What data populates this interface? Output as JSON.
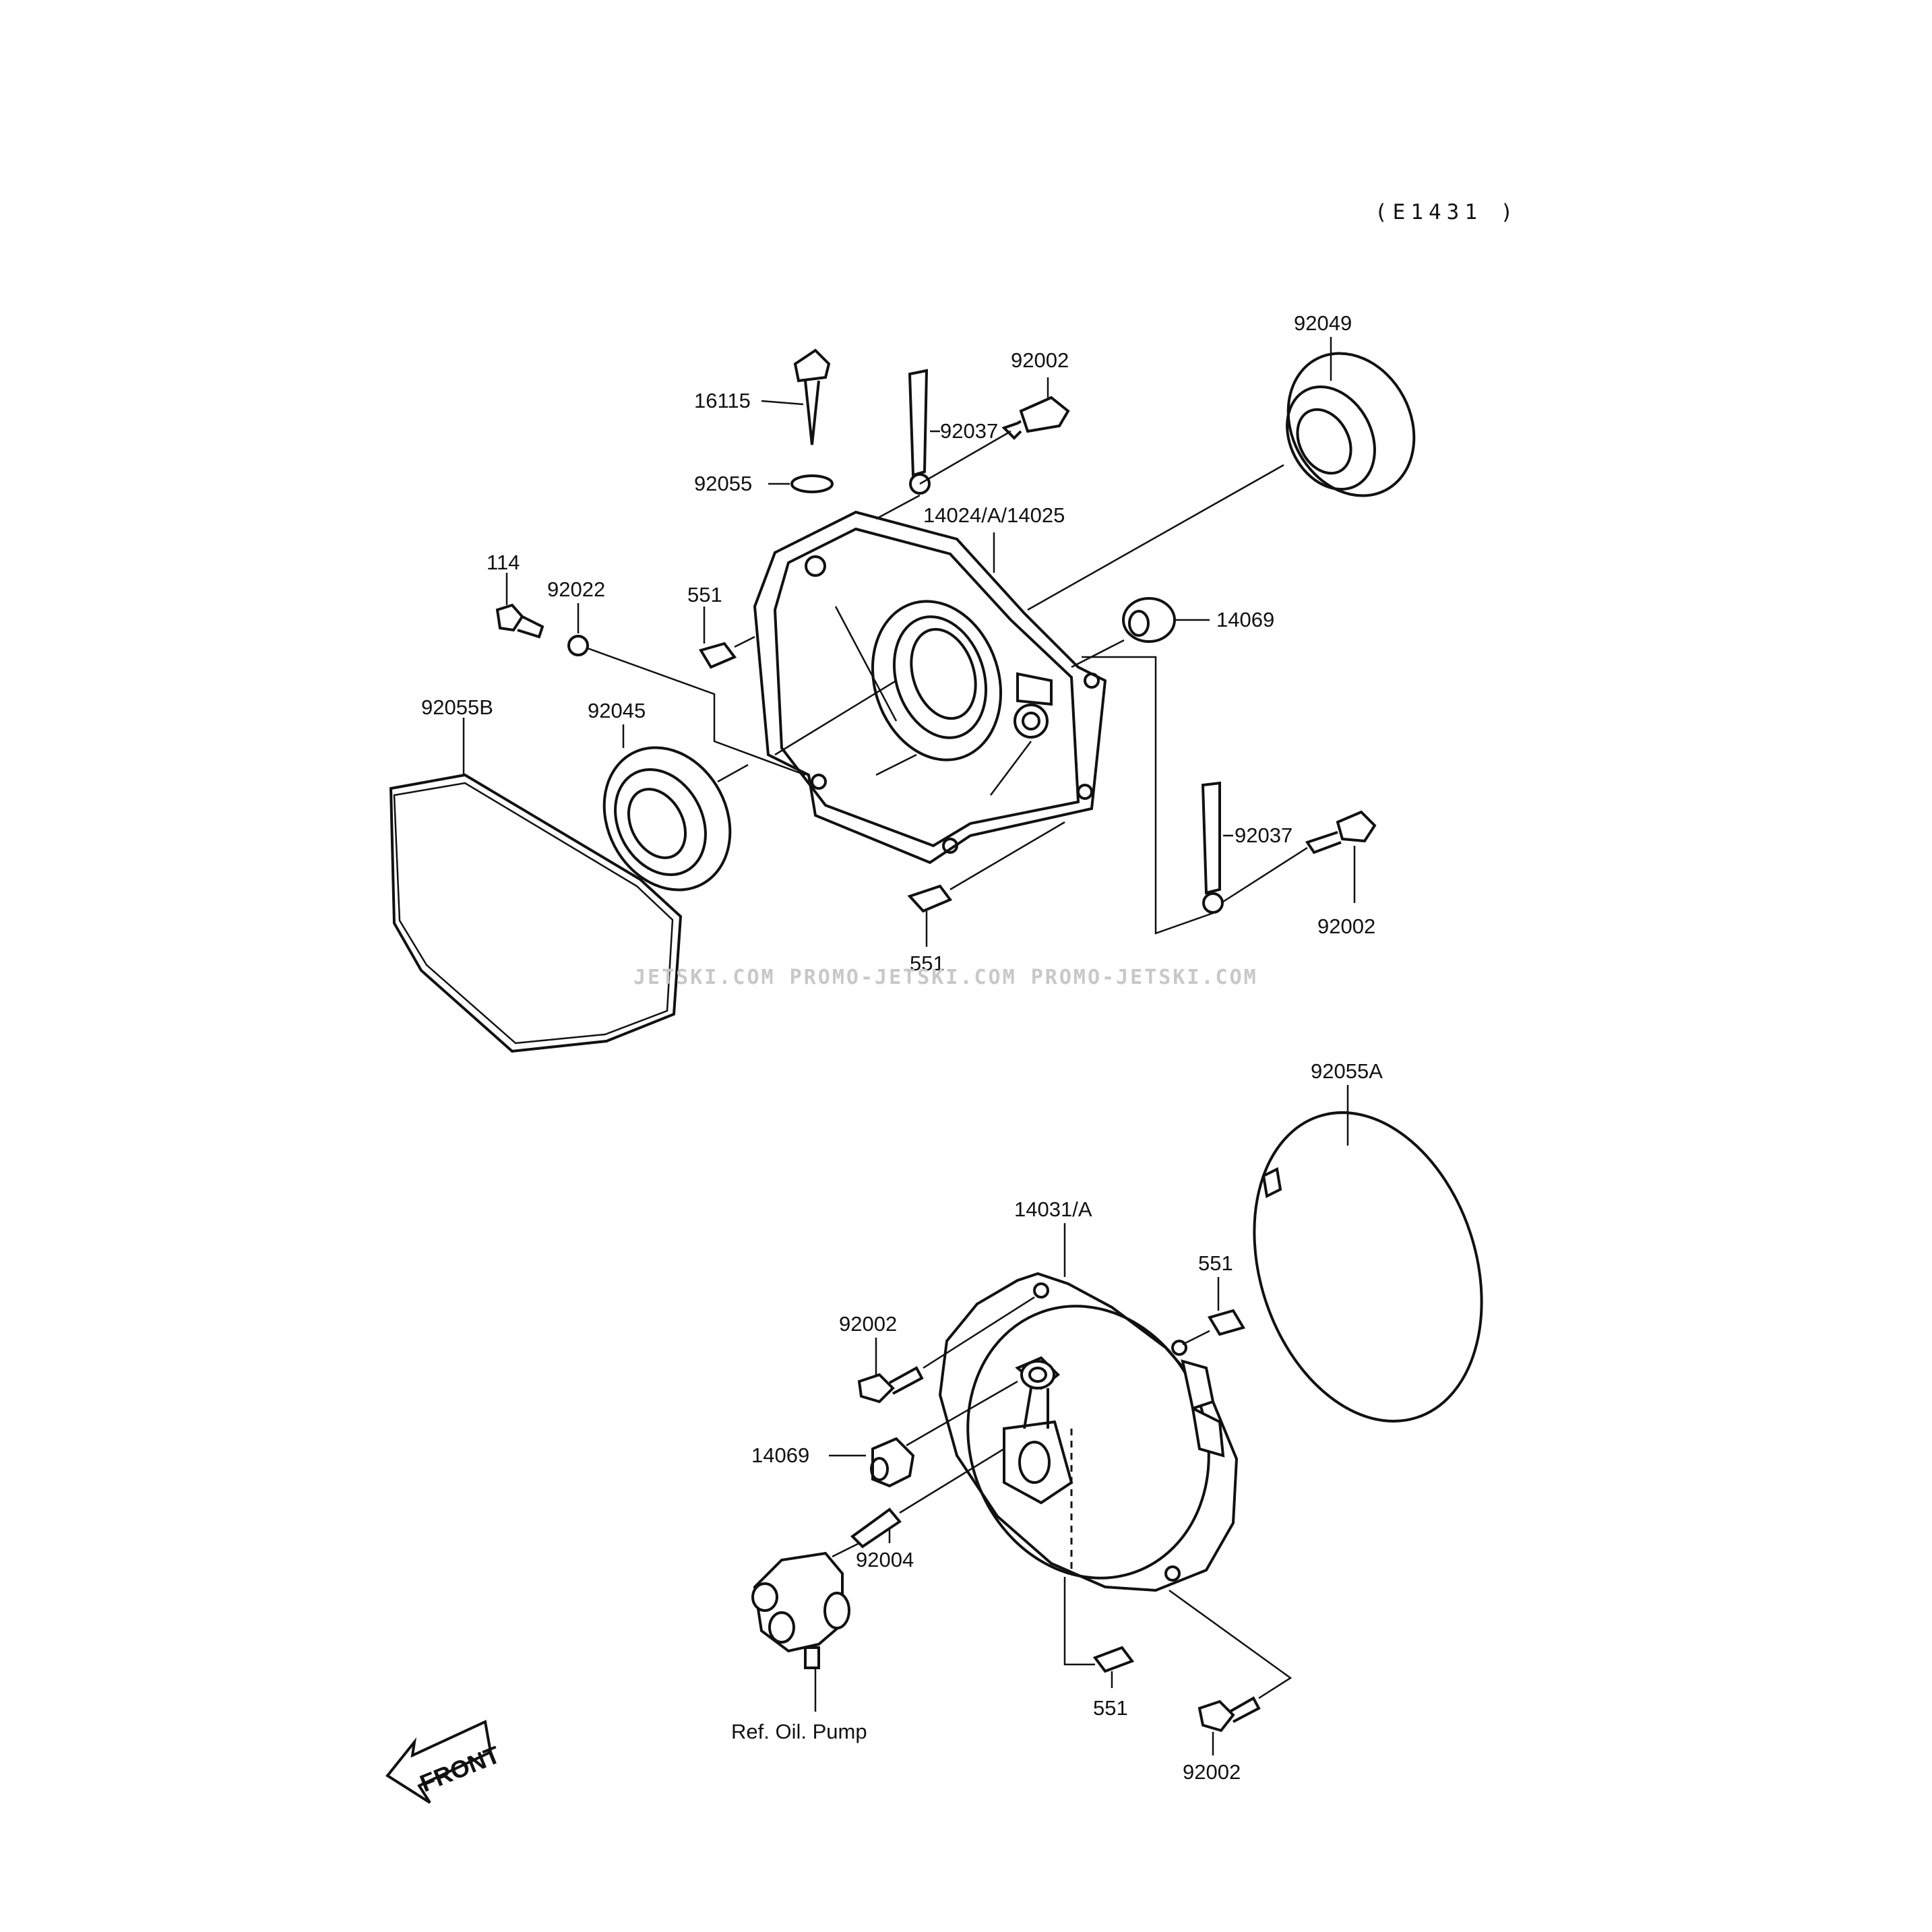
{
  "diagram": {
    "code": "(E1431 )",
    "watermark": "JETSKI.COM  PROMO-JETSKI.COM  PROMO-JETSKI.COM",
    "front_label": "FRONT",
    "labels": {
      "p16115": "16115",
      "p92002_top": "92002",
      "p92037_top": "92037",
      "p92049": "92049",
      "p92055": "92055",
      "p14024": "14024/A/14025",
      "p114": "114",
      "p92022": "92022",
      "p551_top": "551",
      "p14069_top": "14069",
      "p92055b": "92055B",
      "p92045": "92045",
      "p92037_right": "92037",
      "p92002_right": "92002",
      "p551_mid": "551",
      "p92055a": "92055A",
      "p14031": "14031/A",
      "p551_right": "551",
      "p92002_bl": "92002",
      "p14069_bottom": "14069",
      "p92004": "92004",
      "p_oilpump": "Ref. Oil. Pump",
      "p551_bottom": "551",
      "p92002_bottom": "92002"
    }
  }
}
